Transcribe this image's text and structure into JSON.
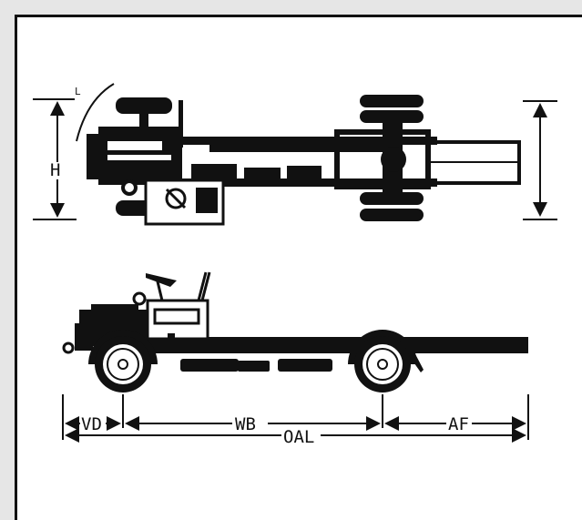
{
  "diagram": {
    "labels": {
      "l": "L",
      "h": "H",
      "vd": "VD",
      "wb": "WB",
      "af": "AF",
      "oal": "OAL"
    },
    "colors": {
      "background": "#e6e6e6",
      "panel": "#ffffff",
      "ink": "#111111"
    }
  }
}
